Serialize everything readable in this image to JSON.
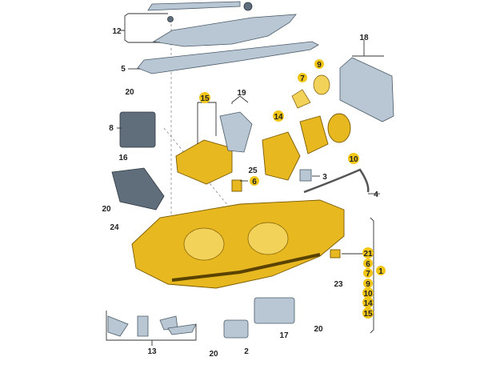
{
  "diagram": {
    "type": "exploded parts diagram - headlight assembly",
    "labels": [
      "12",
      "5",
      "20",
      "8",
      "16",
      "20",
      "24",
      "15",
      "19",
      "25",
      "6",
      "14",
      "3",
      "7",
      "9",
      "18",
      "10",
      "4",
      "21",
      "6",
      "7",
      "9",
      "10",
      "14",
      "15",
      "1",
      "23",
      "13",
      "2",
      "20",
      "17",
      "20"
    ],
    "highlighted_labels": [
      "15",
      "14",
      "7",
      "9",
      "10",
      "6",
      "21",
      "6",
      "7",
      "9",
      "10",
      "14",
      "15",
      "1"
    ],
    "colors": {
      "highlight": "#f2c617",
      "part_yellow": "#e8b820",
      "part_grey": "#b8c7d3"
    }
  }
}
